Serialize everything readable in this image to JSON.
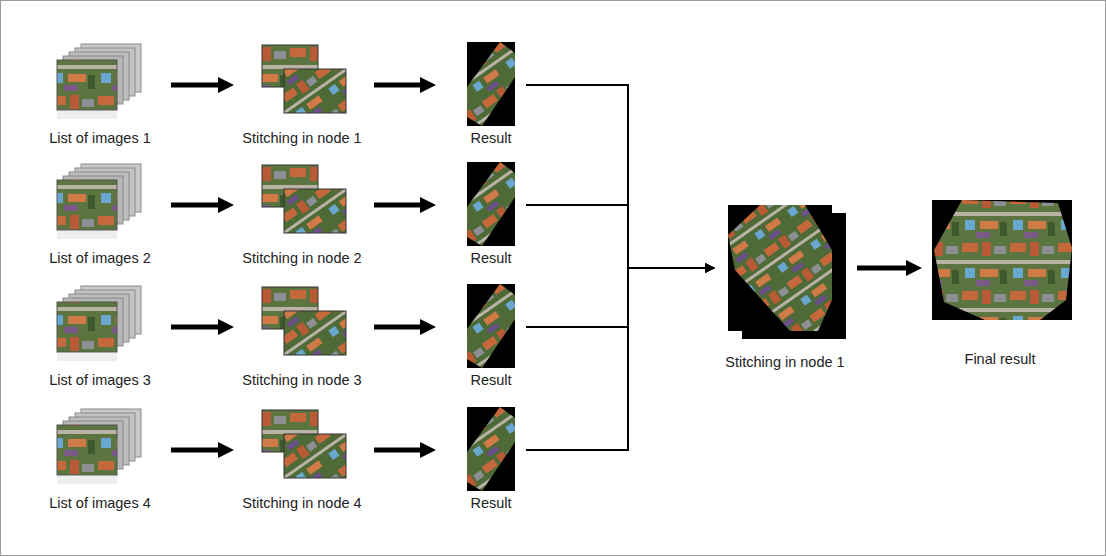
{
  "diagram": {
    "nodes": [
      {
        "text": [
          "List of images 1"
        ]
      },
      {
        "text": [
          "Stitching in node 1"
        ]
      },
      {
        "text": [
          "Result"
        ]
      },
      {
        "text": [
          "List of images 2"
        ]
      },
      {
        "text": [
          "Stitching in node 2"
        ]
      },
      {
        "text": [
          "Result"
        ]
      },
      {
        "text": [
          "List of images 3"
        ]
      },
      {
        "text": [
          "Stitching in node 3"
        ]
      },
      {
        "text": [
          "Result"
        ]
      },
      {
        "text": [
          "List of images 4"
        ]
      },
      {
        "text": [
          "Stitching in node 4"
        ]
      },
      {
        "text": [
          "Result"
        ]
      },
      {
        "text": [
          "Stitching in node 1"
        ]
      },
      {
        "text": [
          "Final result"
        ]
      }
    ],
    "edges": [
      {
        "from": 0,
        "to": 1,
        "arrow": "to"
      },
      {
        "from": 1,
        "to": 2,
        "arrow": "to"
      },
      {
        "from": 3,
        "to": 4,
        "arrow": "to"
      },
      {
        "from": 4,
        "to": 5,
        "arrow": "to"
      },
      {
        "from": 6,
        "to": 7,
        "arrow": "to"
      },
      {
        "from": 7,
        "to": 8,
        "arrow": "to"
      },
      {
        "from": 9,
        "to": 10,
        "arrow": "to"
      },
      {
        "from": 10,
        "to": 11,
        "arrow": "to"
      },
      {
        "from": 2,
        "to": 12,
        "arrow": "to"
      },
      {
        "from": 5,
        "to": 12,
        "arrow": "to"
      },
      {
        "from": 8,
        "to": 12,
        "arrow": "to"
      },
      {
        "from": 11,
        "to": 12,
        "arrow": "to"
      },
      {
        "from": 12,
        "to": 13,
        "arrow": "to"
      }
    ]
  }
}
